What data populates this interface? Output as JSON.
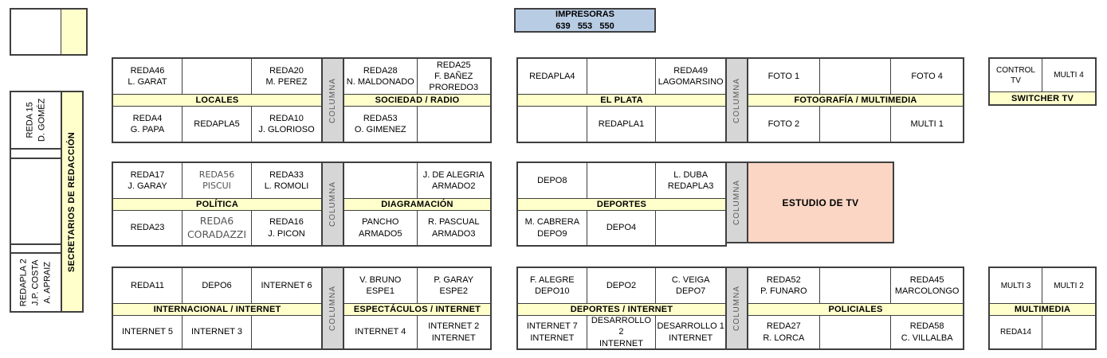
{
  "printer_box": {
    "line1": "IMPRESORAS",
    "line2": "639   553   550"
  },
  "left_panel": {
    "desk_top": "REDA 15\nD. GOMÉZ",
    "secretaries": "SECRETARIOS DE REDACCIÓN",
    "desk_bottom": "REDAPLA 2\nJ.P. COSTA\nA. APRAIZ"
  },
  "columna": "COLUMNA",
  "estudio_tv": "ESTUDIO DE TV",
  "blocks": {
    "locales": {
      "label": "LOCALES",
      "top": [
        "REDA46\nL. GARAT",
        "",
        "REDA20\nM. PEREZ"
      ],
      "bottom": [
        "REDA4\nG. PAPA",
        "REDAPLA5",
        "REDA10\nJ. GLORIOSO"
      ]
    },
    "sociedad_radio": {
      "label": "SOCIEDAD / RADIO",
      "top": [
        "REDA28\nN. MALDONADO",
        "REDA25\nF. BAÑEZ\nPROREDO3"
      ],
      "bottom": [
        "REDA53\nO. GIMENEZ",
        ""
      ]
    },
    "el_plata": {
      "label": "EL PLATA",
      "top": [
        "REDAPLA4",
        "",
        "REDA49\nLAGOMARSINO"
      ],
      "bottom": [
        "",
        "REDAPLA1",
        ""
      ]
    },
    "fotografia_multimedia": {
      "label": "FOTOGRAFÍA / MULTIMEDIA",
      "top": [
        "FOTO 1",
        "",
        "FOTO 4"
      ],
      "bottom": [
        "FOTO 2",
        "",
        "MULTI 1"
      ]
    },
    "switcher_tv": {
      "label": "SWITCHER TV",
      "top": [
        "CONTROL TV",
        "MULTI 4"
      ]
    },
    "politica": {
      "label": "POLÍTICA",
      "top": [
        "REDA17\nJ. GARAY",
        "REDA56\nPISCUI",
        "REDA33\nL. ROMOLI"
      ],
      "bottom": [
        "REDA23",
        "REDA6\nCORADAZZI",
        "REDA16\nJ. PICON"
      ]
    },
    "diagramacion": {
      "label": "DIAGRAMACIÓN",
      "top": [
        "",
        "J. DE ALEGRIA\nARMADO2"
      ],
      "bottom": [
        "PANCHO\nARMADO5",
        "R. PASCUAL\nARMADO3"
      ]
    },
    "deportes": {
      "label": "DEPORTES",
      "top": [
        "DEPO8",
        "",
        "L. DUBA\nREDAPLA3"
      ],
      "bottom": [
        "M. CABRERA\nDEPO9",
        "DEPO4",
        ""
      ]
    },
    "internacional_internet": {
      "label": "INTERNACIONAL / INTERNET",
      "top": [
        "REDA11",
        "DEPO6",
        "INTERNET 6"
      ],
      "bottom": [
        "INTERNET 5",
        "INTERNET 3",
        ""
      ]
    },
    "espectaculos_internet": {
      "label": "ESPECTÁCULOS / INTERNET",
      "top": [
        "V. BRUNO\nESPE1",
        "P. GARAY\nESPE2"
      ],
      "bottom": [
        "INTERNET 4",
        "INTERNET 2\nINTERNET"
      ]
    },
    "deportes_internet": {
      "label": "DEPORTES / INTERNET",
      "top": [
        "F. ALEGRE\nDEPO10",
        "DEPO2",
        "C. VEIGA\nDEPO7"
      ],
      "bottom": [
        "INTERNET 7\nINTERNET",
        "DESARROLLO 2\nINTERNET",
        "DESARROLLO 1\nINTERNET"
      ]
    },
    "policiales": {
      "label": "POLICIALES",
      "top": [
        "REDA52\nP. FUNARO",
        "",
        "REDA45\nMARCOLONGO"
      ],
      "bottom": [
        "REDA27\nR. LORCA",
        "",
        "REDA58\nC. VILLALBA"
      ]
    },
    "multimedia": {
      "label": "MULTIMEDIA",
      "top": [
        "MULTI 3",
        "MULTI 2"
      ],
      "bottom": [
        "REDA14",
        ""
      ]
    }
  },
  "colors": {
    "section_band": "#ffffcc",
    "columna_strip": "#d6d6d6",
    "printer_box": "#b8cce4",
    "tv_studio": "#fbd6c5",
    "border": "#3f3f3f"
  }
}
